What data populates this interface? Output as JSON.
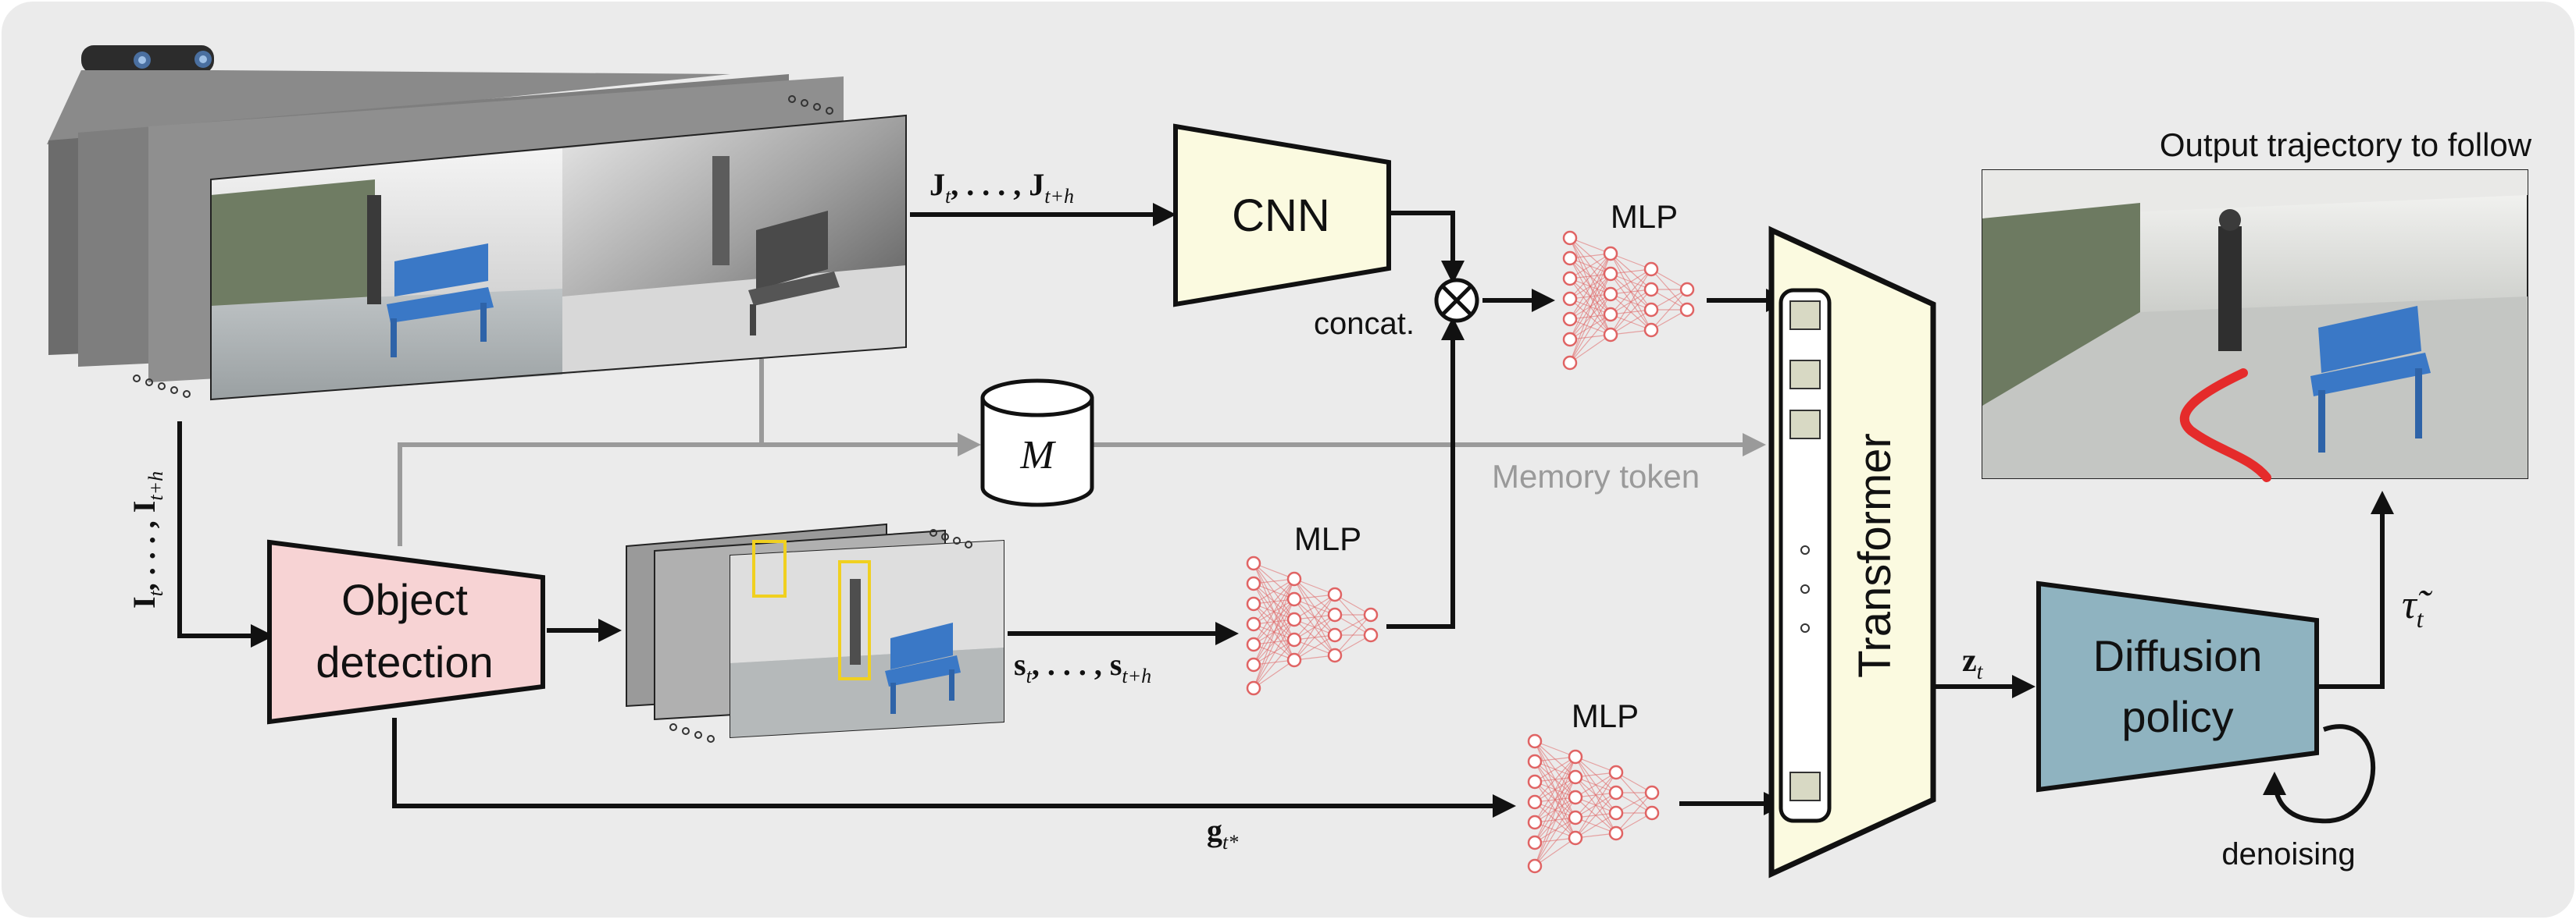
{
  "colors": {
    "background": "#ebebeb",
    "cnn_fill": "#fbfae0",
    "detector_fill": "#f7d3d4",
    "diffusion_fill": "#8fb3c0",
    "transformer_fill": "#fbfae0",
    "memory_arrow": "#9a9a9a",
    "mlp_node": "#e06464",
    "trajectory": "#e52b2b",
    "bench_blue": "#3a78c6",
    "bbox_yellow": "#f0d020"
  },
  "labels": {
    "depth_seq": "J_t, ..., J_{t+h}",
    "cnn": "CNN",
    "concat": "concat.",
    "mlp_top": "MLP",
    "memory_symbol": "M",
    "memory_token": "Memory token",
    "image_seq": "I_t, ..., I_{t+h}",
    "detector_line1": "Object",
    "detector_line2": "detection",
    "state_seq": "s_t, ..., s_{t+h}",
    "mlp_mid": "MLP",
    "goal": "g_{t*}",
    "mlp_bottom": "MLP",
    "transformer": "Transformer",
    "latent": "z_t",
    "diffusion_line1": "Diffusion",
    "diffusion_line2": "policy",
    "denoising": "denoising",
    "tau": "τ̃_t",
    "output_title": "Output trajectory to follow"
  },
  "math_parts": {
    "J": "J",
    "J_sub1": "t",
    "J_mid": ", . . . , J",
    "J_sub2": "t+h",
    "I": "I",
    "I_sub1": "t",
    "I_mid": ", . . . , I",
    "I_sub2": "t+h",
    "s": "s",
    "s_sub1": "t",
    "s_mid": ", . . . , s",
    "s_sub2": "t+h",
    "g": "g",
    "g_sub": "t*",
    "z": "z",
    "z_sub": "t",
    "tau": "τ̃",
    "tau_sub": "t"
  },
  "icons": {
    "camera": "stereo-camera-icon",
    "memory": "database-cylinder-icon",
    "concat": "circle-times-icon",
    "loop": "loop-arrow-icon"
  }
}
